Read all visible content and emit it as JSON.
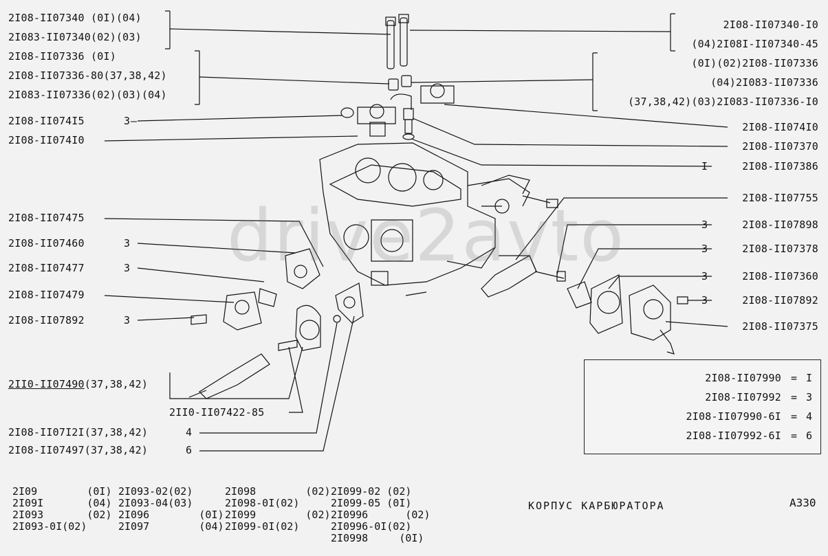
{
  "watermark": "drive2avto",
  "left_labels": {
    "l1": "2I08-II07340 (0I)(04)",
    "l2": "2I083-II07340(02)(03)",
    "l3": "2I08-II07336 (0I)",
    "l4": "2I08-II07336-80(37,38,42)",
    "l5": "2I083-II07336(02)(03)(04)",
    "l6": "2I08-II074I5",
    "l6q": "3",
    "l7": "2I08-II074I0",
    "l8": "2I08-II07475",
    "l9": "2I08-II07460",
    "l9q": "3",
    "l10": "2I08-II07477",
    "l10q": "3",
    "l11": "2I08-II07479",
    "l12": "2I08-II07892",
    "l12q": "3",
    "l13a": "2II0-II07490",
    "l13b": "(37,38,42)",
    "l14": "2II0-II07422-85",
    "l15": "2I08-II07I2I(37,38,42)",
    "l15q": "4",
    "l16": "2I08-II07497(37,38,42)",
    "l16q": "6"
  },
  "right_labels": {
    "r1": "2I08-II07340-I0",
    "r2": "(04)2I08I-II07340-45",
    "r3": "(0I)(02)2I08-II07336",
    "r4": "(04)2I083-II07336",
    "r5": "(37,38,42)(03)2I083-II07336-I0",
    "r6": "2I08-II074I0",
    "r7": "2I08-II07370",
    "r8q": "I",
    "r8": "2I08-II07386",
    "r9": "2I08-II07755",
    "r10q": "3",
    "r10": "2I08-II07898",
    "r11q": "3",
    "r11": "2I08-II07378",
    "r12q": "3",
    "r12": "2I08-II07360",
    "r13q": "3",
    "r13": "2I08-II07892",
    "r14": "2I08-II07375"
  },
  "legend": {
    "rows": [
      {
        "part": "2I08-II07990",
        "eq": "=",
        "num": "I"
      },
      {
        "part": "2I08-II07992",
        "eq": "=",
        "num": "3"
      },
      {
        "part": "2I08-II07990-6I",
        "eq": "=",
        "num": "4"
      },
      {
        "part": "2I08-II07992-6I",
        "eq": "=",
        "num": "6"
      }
    ]
  },
  "applicability": {
    "c1": [
      "2I09        (0I)",
      "2I09I       (04)",
      "2I093       (02)",
      "2I093-0I(02)"
    ],
    "c2": [
      "2I093-02(02)",
      "2I093-04(03)",
      "2I096        (0I)",
      "2I097        (04)"
    ],
    "c3": [
      "2I098        (02)",
      "2I098-0I(02)",
      "2I099        (02)",
      "2I099-0I(02)"
    ],
    "c4": [
      "2I099-02 (02)",
      "2I099-05 (0I)",
      "2I0996      (02)",
      "2I0996-0I(02)",
      "2I0998     (0I)"
    ]
  },
  "caption": "КОРПУС КАРБЮРАТОРА",
  "page_code": "А330"
}
